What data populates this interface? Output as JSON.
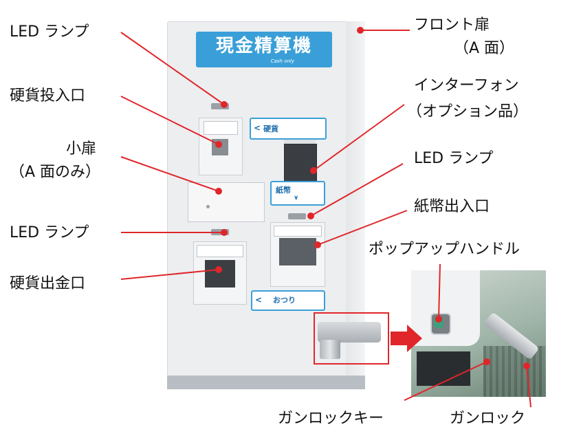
{
  "labels": {
    "led_lamp_top": "LED ランプ",
    "coin_insert": "硬貨投入口",
    "small_door_line1": "小扉",
    "small_door_line2": "（A 面のみ）",
    "led_lamp_mid": "LED ランプ",
    "coin_output": "硬貨出金口",
    "front_door_line1": "フロント扉",
    "front_door_line2": "（A 面）",
    "intercom_line1": "インターフォン",
    "intercom_line2": "（オプション品）",
    "led_lamp_right": "LED ランプ",
    "bill_slot": "紙幣出入口",
    "popup_handle": "ポップアップハンドル",
    "gunlock_key": "ガンロックキー",
    "gunlock": "ガンロック"
  },
  "machine": {
    "title": "現金精算機",
    "subtitle": "Cash only",
    "coin_card_label": "硬貨",
    "bill_card_label": "紙幣",
    "change_card_label": "おつり",
    "arrow_left": "<",
    "arrow_down": "∨"
  },
  "colors": {
    "callout_red": "#e0262a",
    "accent_blue": "#3a9fd8",
    "machine_body": "#eceef0"
  }
}
